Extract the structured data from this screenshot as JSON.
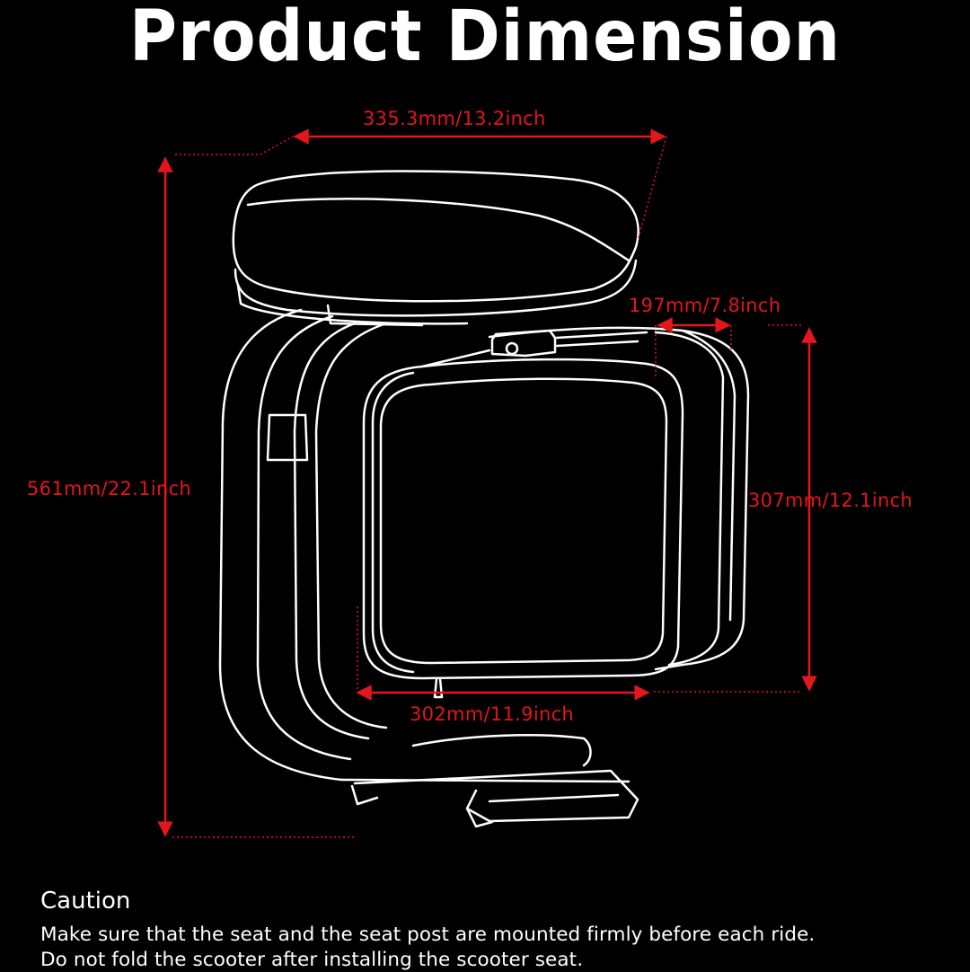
{
  "title": "Product Dimension",
  "dimensions": {
    "top_width": "335.3mm/13.2inch",
    "total_height": "561mm/22.1inch",
    "bag_depth": "197mm/7.8inch",
    "bag_height": "307mm/12.1inch",
    "bag_width": "302mm/11.9inch"
  },
  "colors": {
    "background": "#000000",
    "outline": "#ffffff",
    "dimension": "#e3161b"
  },
  "caution": {
    "heading": "Caution",
    "lines": [
      "Make sure that the seat and the seat post are mounted firmly before each ride.",
      "Do not fold the scooter after installing the scooter seat."
    ]
  }
}
